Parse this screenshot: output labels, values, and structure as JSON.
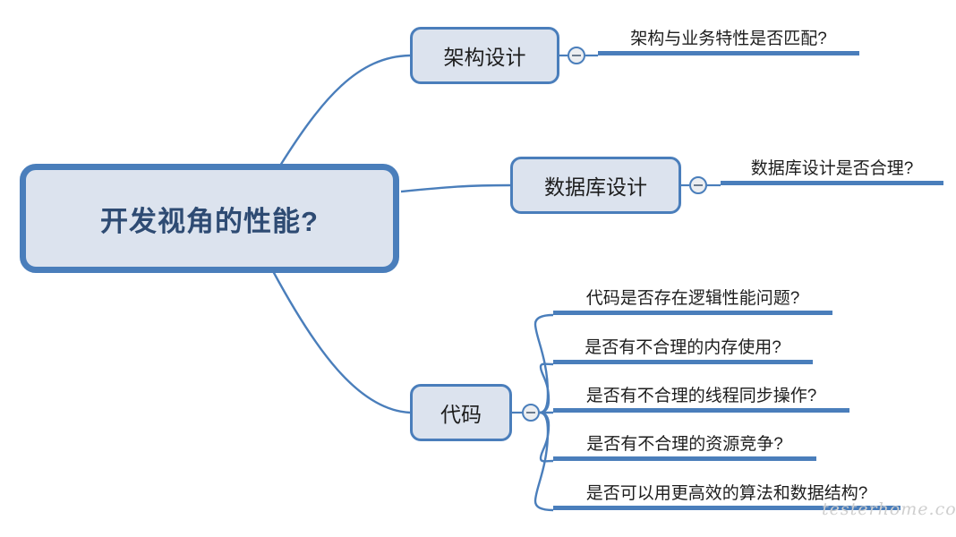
{
  "mindmap": {
    "root": {
      "label": "开发视角的性能?"
    },
    "branches": [
      {
        "label": "架构设计",
        "toggle_icon": "collapse-minus-icon",
        "leaves": [
          {
            "text": "架构与业务特性是否匹配?"
          }
        ]
      },
      {
        "label": "数据库设计",
        "toggle_icon": "collapse-minus-icon",
        "leaves": [
          {
            "text": "数据库设计是否合理?"
          }
        ]
      },
      {
        "label": "代码",
        "toggle_icon": "collapse-minus-icon",
        "leaves": [
          {
            "text": "代码是否存在逻辑性能问题?"
          },
          {
            "text": "是否有不合理的内存使用?"
          },
          {
            "text": "是否有不合理的线程同步操作?"
          },
          {
            "text": "是否有不合理的资源竞争?"
          },
          {
            "text": "是否可以用更高效的算法和数据结构?"
          }
        ]
      }
    ]
  },
  "watermark": {
    "text": "testerhome.com"
  },
  "colors": {
    "accent": "#4a7ebb",
    "node_fill": "#dce3ee",
    "root_text": "#2e4b73",
    "leaf_text": "#1d1d1d",
    "background": "#ffffff",
    "watermark": "#cfcfcf"
  }
}
